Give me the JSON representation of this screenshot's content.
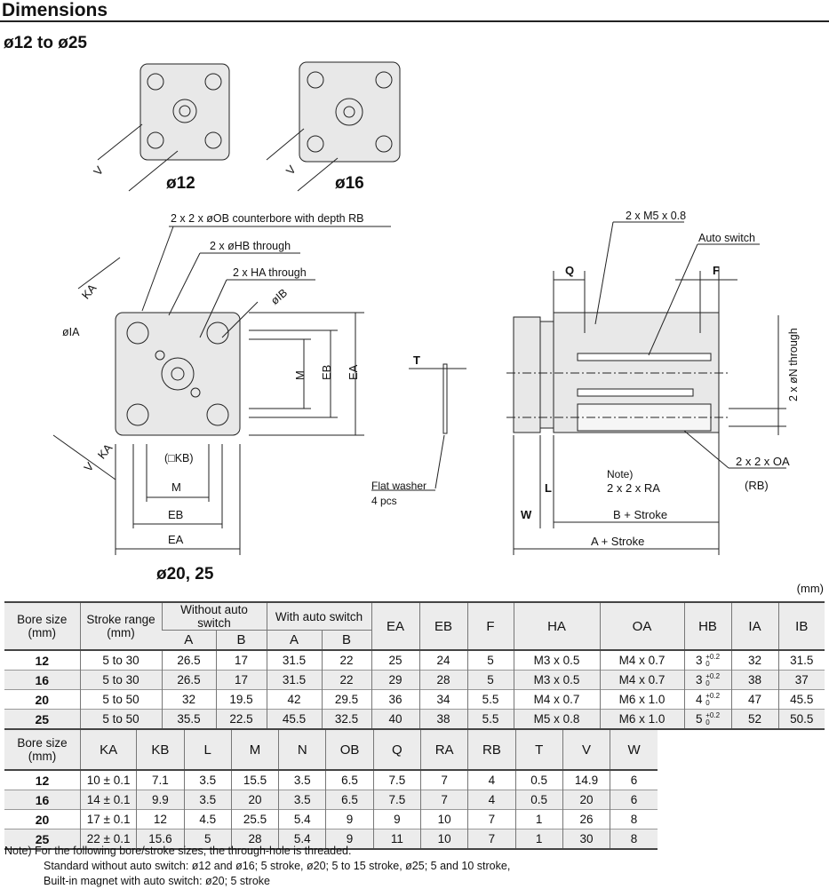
{
  "header": {
    "title": "Dimensions",
    "subtitle": "ø12 to ø25"
  },
  "drawing": {
    "view12": "ø12",
    "view16": "ø16",
    "view2025": "ø20, 25",
    "labels": {
      "counterbore": "2 x 2 x øOB counterbore with depth RB",
      "hb": "2 x øHB through",
      "ha": "2 x HA through",
      "ib": "øIB",
      "ia": "øIA",
      "ka": "KA",
      "v": "V",
      "m": "M",
      "eb": "EB",
      "ea": "EA",
      "kb": "(□KB)",
      "m5": "2 x M5 x 0.8",
      "autoswitch": "Auto switch",
      "q": "Q",
      "f": "F",
      "t": "T",
      "n": "2 x øN through",
      "oa": "2 x 2 x OA",
      "rb": "(RB)",
      "note": "Note)",
      "ra": "2 x 2 x RA",
      "l": "L",
      "w": "W",
      "bstroke": "B + Stroke",
      "astroke": "A + Stroke",
      "washer1": "Flat washer",
      "washer2": "4 pcs"
    }
  },
  "unit": "(mm)",
  "table1": {
    "headers": {
      "bore": "Bore size",
      "bore_unit": "(mm)",
      "stroke": "Stroke range",
      "stroke_unit": "(mm)",
      "without": "Without auto switch",
      "with": "With auto switch",
      "a": "A",
      "b": "B",
      "cols": [
        "EA",
        "EB",
        "F",
        "HA",
        "OA",
        "HB",
        "IA",
        "IB"
      ]
    },
    "rows": [
      {
        "bore": "12",
        "stroke": "5 to 30",
        "a1": "26.5",
        "b1": "17",
        "a2": "31.5",
        "b2": "22",
        "ea": "25",
        "eb": "24",
        "f": "5",
        "ha": "M3 x 0.5",
        "oa": "M4 x 0.7",
        "hb": "3",
        "hb_tol_up": "+0.2",
        "hb_tol_low": "0",
        "ia": "32",
        "ib": "31.5"
      },
      {
        "bore": "16",
        "stroke": "5 to 30",
        "a1": "26.5",
        "b1": "17",
        "a2": "31.5",
        "b2": "22",
        "ea": "29",
        "eb": "28",
        "f": "5",
        "ha": "M3 x 0.5",
        "oa": "M4 x 0.7",
        "hb": "3",
        "hb_tol_up": "+0.2",
        "hb_tol_low": "0",
        "ia": "38",
        "ib": "37"
      },
      {
        "bore": "20",
        "stroke": "5 to 50",
        "a1": "32",
        "b1": "19.5",
        "a2": "42",
        "b2": "29.5",
        "ea": "36",
        "eb": "34",
        "f": "5.5",
        "ha": "M4 x 0.7",
        "oa": "M6 x 1.0",
        "hb": "4",
        "hb_tol_up": "+0.2",
        "hb_tol_low": "0",
        "ia": "47",
        "ib": "45.5"
      },
      {
        "bore": "25",
        "stroke": "5 to 50",
        "a1": "35.5",
        "b1": "22.5",
        "a2": "45.5",
        "b2": "32.5",
        "ea": "40",
        "eb": "38",
        "f": "5.5",
        "ha": "M5 x 0.8",
        "oa": "M6 x 1.0",
        "hb": "5",
        "hb_tol_up": "+0.2",
        "hb_tol_low": "0",
        "ia": "52",
        "ib": "50.5"
      }
    ]
  },
  "table2": {
    "headers": [
      "KA",
      "KB",
      "L",
      "M",
      "N",
      "OB",
      "Q",
      "RA",
      "RB",
      "T",
      "V",
      "W"
    ],
    "rows": [
      [
        "12",
        "10 ± 0.1",
        "7.1",
        "3.5",
        "15.5",
        "3.5",
        "6.5",
        "7.5",
        "7",
        "4",
        "0.5",
        "14.9",
        "6"
      ],
      [
        "16",
        "14 ± 0.1",
        "9.9",
        "3.5",
        "20",
        "3.5",
        "6.5",
        "7.5",
        "7",
        "4",
        "0.5",
        "20",
        "6"
      ],
      [
        "20",
        "17 ± 0.1",
        "12",
        "4.5",
        "25.5",
        "5.4",
        "9",
        "9",
        "10",
        "7",
        "1",
        "26",
        "8"
      ],
      [
        "25",
        "22 ± 0.1",
        "15.6",
        "5",
        "28",
        "5.4",
        "9",
        "11",
        "10",
        "7",
        "1",
        "30",
        "8"
      ]
    ]
  },
  "note": {
    "line1": "Note) For the following bore/stroke sizes, the through-hole is threaded.",
    "line2": "Standard without auto switch: ø12 and ø16; 5 stroke, ø20; 5 to 15 stroke, ø25; 5 and 10 stroke,",
    "line3": "Built-in magnet with auto switch: ø20; 5 stroke"
  }
}
